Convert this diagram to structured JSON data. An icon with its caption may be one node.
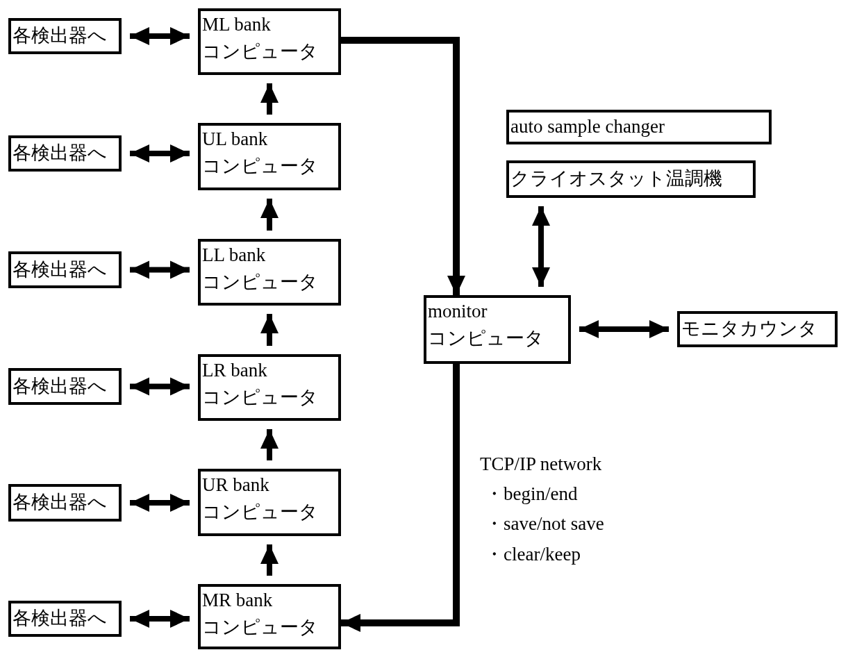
{
  "diagram": {
    "nodes": [
      {
        "text": [
          "各検出器へ"
        ]
      },
      {
        "text": [
          "ML bank",
          "コンピュータ"
        ]
      },
      {
        "text": [
          "各検出器へ"
        ]
      },
      {
        "text": [
          "UL bank",
          "コンピュータ"
        ]
      },
      {
        "text": [
          "各検出器へ"
        ]
      },
      {
        "text": [
          "LL bank",
          "コンピュータ"
        ]
      },
      {
        "text": [
          "各検出器へ"
        ]
      },
      {
        "text": [
          "LR bank",
          "コンピュータ"
        ]
      },
      {
        "text": [
          "各検出器へ"
        ]
      },
      {
        "text": [
          "UR bank",
          "コンピュータ"
        ]
      },
      {
        "text": [
          "各検出器へ"
        ]
      },
      {
        "text": [
          "MR bank",
          "コンピュータ"
        ]
      },
      {
        "text": [
          "auto sample changer"
        ]
      },
      {
        "text": [
          "クライオスタット温調機"
        ]
      },
      {
        "text": [
          "monitor",
          "コンピュータ"
        ]
      },
      {
        "text": [
          "モニタカウンタ"
        ]
      }
    ],
    "edges": [
      {
        "from": 0,
        "to": 1,
        "arrow": "both"
      },
      {
        "from": 2,
        "to": 3,
        "arrow": "both"
      },
      {
        "from": 4,
        "to": 5,
        "arrow": "both"
      },
      {
        "from": 6,
        "to": 7,
        "arrow": "both"
      },
      {
        "from": 8,
        "to": 9,
        "arrow": "both"
      },
      {
        "from": 10,
        "to": 11,
        "arrow": "both"
      },
      {
        "from": 3,
        "to": 1,
        "arrow": "to"
      },
      {
        "from": 5,
        "to": 3,
        "arrow": "to"
      },
      {
        "from": 7,
        "to": 5,
        "arrow": "to"
      },
      {
        "from": 9,
        "to": 7,
        "arrow": "to"
      },
      {
        "from": 11,
        "to": 9,
        "arrow": "to"
      },
      {
        "from": 1,
        "to": 14,
        "arrow": "to"
      },
      {
        "from": 14,
        "to": 11,
        "arrow": "to"
      },
      {
        "from": 13,
        "to": 14,
        "arrow": "both"
      },
      {
        "from": 14,
        "to": 15,
        "arrow": "both"
      }
    ],
    "labels": [
      "TCP/IP network",
      "・begin/end",
      "・save/not save",
      "・clear/keep"
    ]
  }
}
